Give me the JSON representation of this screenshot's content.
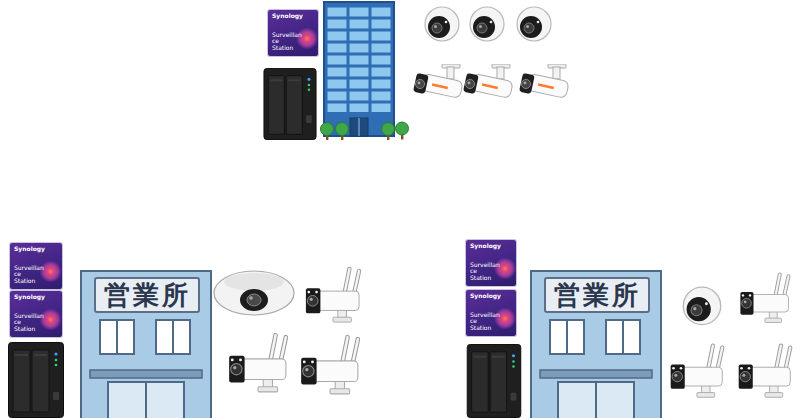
{
  "diagram": {
    "nodes": [
      {
        "text": [
          "Synology",
          "Surveillance Station"
        ]
      },
      {
        "text": [
          "Synology",
          "Surveillance Station"
        ]
      },
      {
        "text": [
          "Synology",
          "Surveillance Station"
        ]
      },
      {
        "text": [
          "営業所"
        ]
      },
      {
        "text": [
          "Synology",
          "Surveillance Station"
        ]
      },
      {
        "text": [
          "Synology",
          "Surveillance Station"
        ]
      },
      {
        "text": [
          "営業所"
        ]
      }
    ]
  }
}
